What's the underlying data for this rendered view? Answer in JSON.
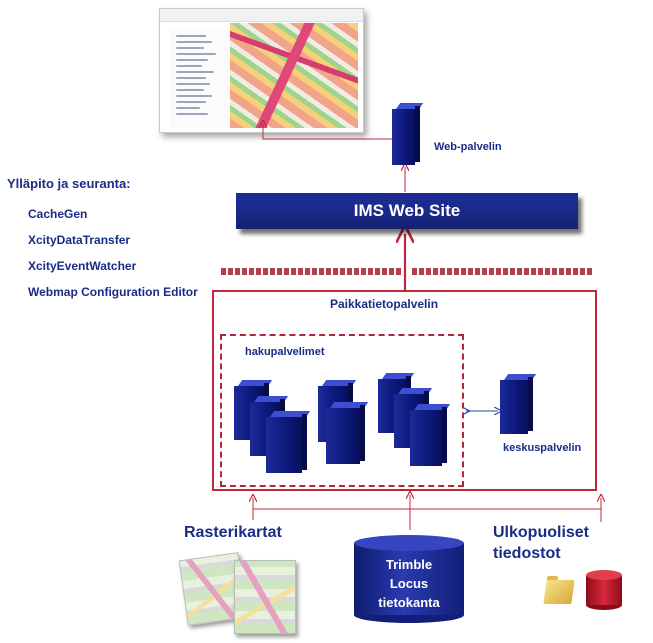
{
  "web_server_label": "Web-palvelin",
  "ims_label": "IMS Web Site",
  "maintenance": {
    "title": "Ylläpito ja seuranta:",
    "items": [
      "CacheGen",
      "XcityDataTransfer",
      "XcityEventWatcher",
      "Webmap Configuration Editor"
    ]
  },
  "gis_server_label": "Paikkatietopalvelin",
  "search_servers_label": "hakupalvelimet",
  "central_server_label": "keskuspalvelin",
  "raster_label": "Rasterikartat",
  "database_label": [
    "Trimble",
    "Locus",
    "tietokanta"
  ],
  "external_label": [
    "Ulkopuoliset",
    "tiedostot"
  ],
  "colors": {
    "navy": "#1a2c86",
    "red": "#c0283a",
    "server": "#0c1778"
  }
}
